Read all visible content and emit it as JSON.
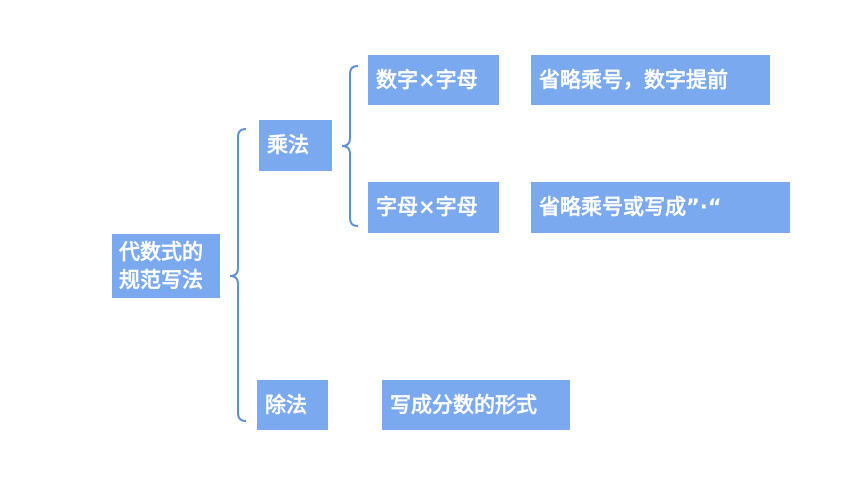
{
  "root": {
    "line1": "代数式的",
    "line2": "规范写法"
  },
  "multiplication": {
    "label": "乘法",
    "case1": {
      "expression": "数字×字母",
      "rule": "省略乘号，数字提前"
    },
    "case2": {
      "expression": "字母×字母",
      "rule": "省略乘号或写成”·“"
    }
  },
  "division": {
    "label": "除法",
    "rule": "写成分数的形式"
  },
  "colors": {
    "box_fill": "#7aa9ef",
    "box_text": "#ffffff",
    "brace": "#5b8fd8"
  }
}
